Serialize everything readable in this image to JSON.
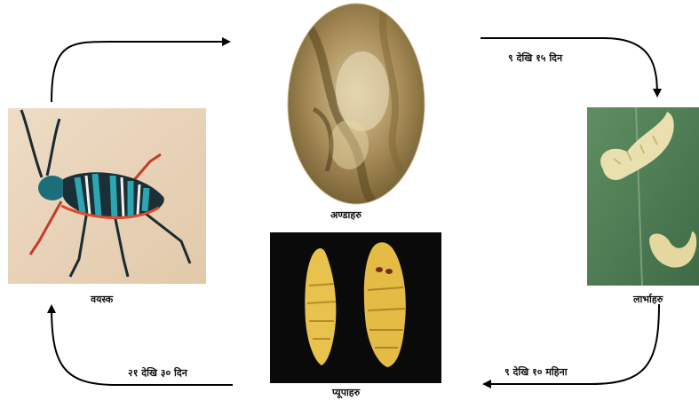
{
  "stages": {
    "eggs": {
      "label": "अण्डाहरु",
      "icon": "egg-mass-photo"
    },
    "larvae": {
      "label": "लार्भाहरु",
      "icon": "larva-photo"
    },
    "pupae": {
      "label": "प्यूपाहरु",
      "icon": "pupa-photo"
    },
    "adult": {
      "label": "वयस्क",
      "icon": "beetle-photo"
    }
  },
  "transitions": {
    "eggs_to_larvae": "९ देखि १५ दिन",
    "larvae_to_pupae": "९ देखि १० महिना",
    "pupae_to_adult": "२१ देखि ३० दिन"
  }
}
